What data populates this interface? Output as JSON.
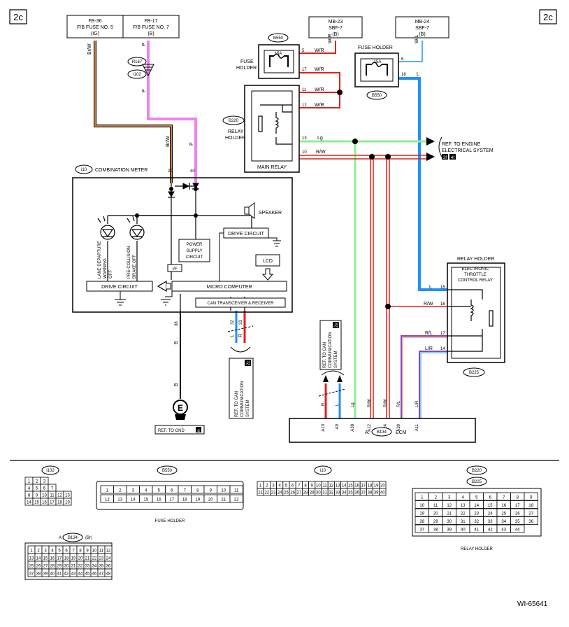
{
  "page": {
    "tag_left": "2c",
    "tag_right": "2c",
    "figure_id": "WI-65641"
  },
  "colors": {
    "brown": "#a0522d",
    "pink": "#ee82ee",
    "red": "#e0201a",
    "light_green": "#90ee90",
    "blue": "#1e90ff",
    "purple": "#7b4fb0",
    "black": "#000000"
  },
  "fuses": {
    "fb36": {
      "code": "FB-36",
      "name": "F/B FUSE NO. 5",
      "sub": "(IG)"
    },
    "fb17": {
      "code": "FB-17",
      "name": "F/B FUSE NO. 7",
      "sub": "(B)"
    },
    "mb23": {
      "code": "MB-23",
      "name": "SBF-7",
      "sub": "(B)"
    },
    "mb24": {
      "code": "MB-24",
      "name": "SBF-7",
      "sub": "(B)"
    }
  },
  "connectors": {
    "r167": "R167",
    "i102": "i102",
    "b550": "B550",
    "b220": "B220",
    "b225": "B225",
    "i10": "i10",
    "b134": "B134"
  },
  "wire_codes": {
    "brw": "Br/W",
    "p": "P",
    "wr": "W/R",
    "wl": "W/L",
    "l": "L",
    "lg": "Lg",
    "rw": "R/W",
    "r": "R",
    "b": "B",
    "rl": "R/L",
    "lr": "L/R"
  },
  "fuse_holder": {
    "label_line1": "FUSE",
    "label_line2": "HOLDER",
    "title": "FUSE HOLDER",
    "rating": "15A"
  },
  "main_relay": {
    "title": "MAIN RELAY",
    "holder_line1": "RELAY",
    "holder_line2": "HOLDER",
    "pins": [
      "5",
      "17",
      "11",
      "12",
      "13",
      "10",
      "6",
      "18"
    ]
  },
  "engine_ref": {
    "line1": "REF. TO ENGINE",
    "line2": "ELECTRICAL SYSTEM",
    "tag1": "3f",
    "tag2": "4f"
  },
  "combination_meter": {
    "title": "COMBINATION METER",
    "pins": [
      "20",
      "40",
      "38",
      "32",
      "33"
    ],
    "lane_line1": "LANE DEPARTURE",
    "lane_line2": "WARNING",
    "lane_line3": "OFF",
    "precol_line1": "PRE-COLLISION",
    "precol_line2": "BRAKE OFF",
    "power_line1": "POWER",
    "power_line2": "SUPPLY",
    "power_line3": "CIRCUIT",
    "if_label": "I/F",
    "drive_circuit": "DRIVE CIRCUIT",
    "micro_computer": "MICRO COMPUTER",
    "can_transceiver": "CAN TRANSCEIVER & RECEIVER",
    "speaker": "SPEAKER",
    "speaker_drive": "DRIVE CIRCUIT",
    "lcd": "LCD"
  },
  "can_ref": {
    "line1": "REF. TO CAN",
    "line2": "COMMUNICATION",
    "line3": "SYSTEM",
    "tag": "2c",
    "tag2": "2a"
  },
  "ground": {
    "symbol": "E",
    "ref": "REF. TO GND",
    "tag": "g"
  },
  "throttle_relay": {
    "holder": "RELAY HOLDER",
    "line1": "ELECTRONIC",
    "line2": "THROTTLE",
    "line3": "CONTROL RELAY",
    "pins": [
      "15",
      "16",
      "17",
      "14"
    ]
  },
  "ecm": {
    "prefix": "A:",
    "label": "ECM",
    "pins": [
      "A10",
      "A9",
      "A38",
      "A12",
      "A24",
      "A39",
      "A11"
    ]
  },
  "legend": {
    "fuse_holder": "FUSE HOLDER",
    "relay_holder": "RELAY HOLDER",
    "b134_prefix": "A:",
    "b134_suffix": "(Br)",
    "i102_cells": [
      "1",
      "2",
      "3",
      "4",
      "5",
      "6",
      "7",
      "8",
      "9",
      "10",
      "11",
      "12",
      "13",
      "14",
      "15",
      "16",
      "17",
      "18",
      "19"
    ],
    "b550_top": [
      "1",
      "2",
      "3",
      "4",
      "5",
      "6",
      "7",
      "8",
      "9",
      "10",
      "11"
    ],
    "b550_bottom": [
      "12",
      "13",
      "14",
      "15",
      "16",
      "17",
      "18",
      "19",
      "20",
      "21",
      "22"
    ],
    "i10_top": [
      "1",
      "2",
      "3",
      "4",
      "5",
      "6",
      "7",
      "8",
      "9",
      "10",
      "11",
      "12",
      "13",
      "14",
      "15",
      "16",
      "17",
      "18",
      "19",
      "20"
    ],
    "i10_bottom": [
      "21",
      "22",
      "23",
      "24",
      "25",
      "26",
      "27",
      "28",
      "29",
      "30",
      "31",
      "32",
      "33",
      "34",
      "35",
      "36",
      "37",
      "38",
      "39",
      "40"
    ],
    "b134_rows": [
      [
        "1",
        "2",
        "3",
        "4",
        "5",
        "6",
        "7",
        "8",
        "9",
        "10",
        "11",
        "12"
      ],
      [
        "13",
        "14",
        "15",
        "16",
        "17",
        "18",
        "19",
        "20",
        "21",
        "22",
        "23",
        "24"
      ],
      [
        "25",
        "26",
        "27",
        "28",
        "29",
        "30",
        "31",
        "32",
        "33",
        "34",
        "35",
        "36"
      ],
      [
        "37",
        "38",
        "39",
        "40",
        "41",
        "42",
        "43",
        "44",
        "45",
        "46",
        "47",
        "48"
      ]
    ],
    "relay_cells": [
      "1",
      "2",
      "3",
      "4",
      "5",
      "6",
      "7",
      "8",
      "9",
      "10",
      "11",
      "12",
      "13",
      "14",
      "15",
      "16",
      "17",
      "18",
      "19",
      "20",
      "21",
      "22",
      "23",
      "24",
      "25",
      "26",
      "27",
      "28",
      "29",
      "30",
      "31",
      "32",
      "33",
      "34",
      "35",
      "36",
      "37",
      "38",
      "39",
      "40",
      "41",
      "42",
      "43",
      "44"
    ]
  }
}
